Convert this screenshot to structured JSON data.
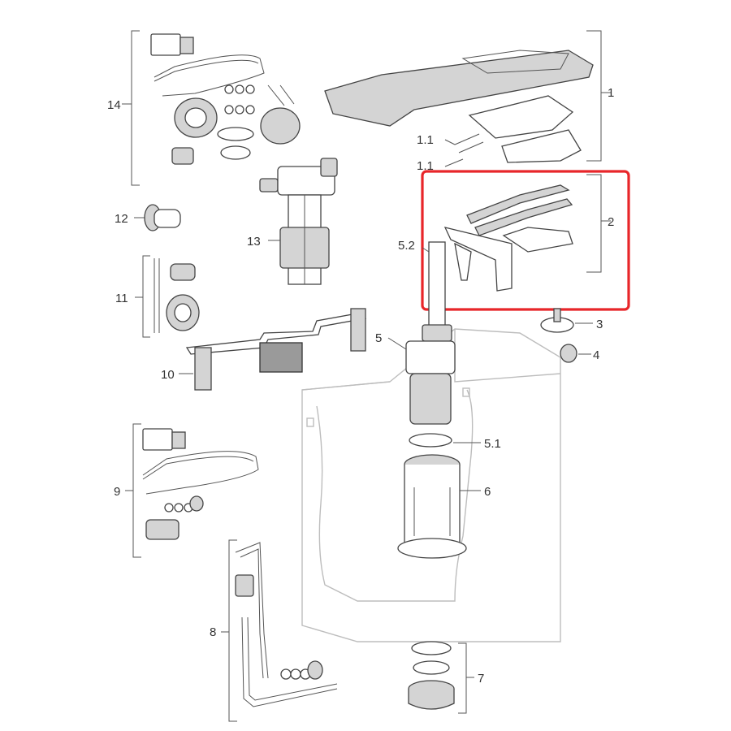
{
  "labels": {
    "p1": "1",
    "p1_1a": "1.1",
    "p1_1b": "1.1",
    "p2": "2",
    "p3": "3",
    "p4": "4",
    "p5": "5",
    "p5_1": "5.1",
    "p5_2": "5.2",
    "p6": "6",
    "p7": "7",
    "p8": "8",
    "p9": "9",
    "p10": "10",
    "p11": "11",
    "p12": "12",
    "p13": "13",
    "p14": "14"
  },
  "colors": {
    "highlight": "#e8262a",
    "line": "#555555",
    "part_fill": "#d4d4d4",
    "tank_outline": "#bdbdbd"
  }
}
